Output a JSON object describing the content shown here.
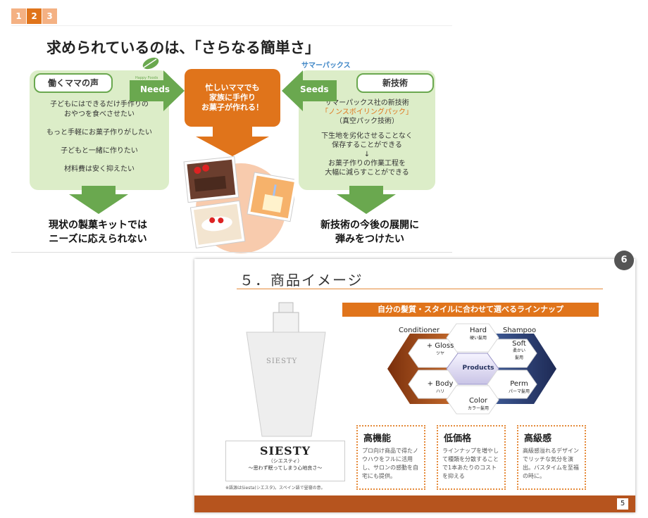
{
  "slide1": {
    "tabs": [
      "1",
      "2",
      "3"
    ],
    "title": "求められているのは、「さらなる簡単さ」",
    "left_box": {
      "label": "働くママの声",
      "lines": [
        "子どもにはできるだけ手作りの",
        "おやつを食べさせたい",
        "もっと手軽にお菓子作りがしたい",
        "子どもと一緒に作りたい",
        "材料費は安く抑えたい"
      ]
    },
    "needs_label": "Needs",
    "seeds_label": "Seeds",
    "center_box": {
      "lines": [
        "忙しいママでも",
        "家族に手作り",
        "お菓子が作れる！"
      ]
    },
    "right_box": {
      "label": "新技術",
      "lines": [
        "サマーパックス社の新技術",
        "「ノンスボイリングパック」",
        "（真空パック技術）",
        "下生地を劣化させることなく",
        "保存することができる",
        "↓",
        "お菓子作りの作業工程を",
        "大幅に減らすことができる"
      ]
    },
    "left_conclusion": [
      "現状の製菓キットでは",
      "ニーズに応えられない"
    ],
    "right_conclusion": [
      "新技術の今後の展開に",
      "弾みをつけたい"
    ],
    "logo_left_text": "Happy Foods",
    "logo_right_text": "サマーパックス"
  },
  "slide2": {
    "page_badge": "6",
    "title": "５．商品イメージ",
    "banner": "自分の髪質・スタイルに合わせて選べるラインナップ",
    "bottle_text": "SIESTY",
    "product_card": {
      "name": "SIESTY",
      "reading": "（シエスティ）",
      "tagline": "～思わず眠ってしまう心地良さ～"
    },
    "note": "※語源はSiesta(シエスタ)。スペイン語で昼寝の意。",
    "hex": {
      "conditioner_label": "Conditioner",
      "shampoo_label": "Shampoo",
      "center": "Products",
      "items": [
        {
          "en": "Hard",
          "jp": "硬い髪用"
        },
        {
          "en": "+ Gloss",
          "jp": "ツヤ"
        },
        {
          "en": "Soft",
          "jp": "柔かい\n髪用"
        },
        {
          "en": "+ Body",
          "jp": "ハリ"
        },
        {
          "en": "Perm",
          "jp": "パーマ髪用"
        },
        {
          "en": "Color",
          "jp": "カラー髪用"
        }
      ]
    },
    "features": [
      {
        "title": "高機能",
        "body": "プロ向け商品で得たノウハウをフルに活用し、サロンの感動を自宅にも提供。"
      },
      {
        "title": "低価格",
        "body": "ラインナップを増やして種類を分散することで1本あたりのコストを抑える"
      },
      {
        "title": "高級感",
        "body": "高級感溢れるデザインでリッチな気分を演出。バスタイムを至福の時に。"
      }
    ],
    "page_number": "5"
  },
  "colors": {
    "green_dark": "#6aa84f",
    "green_light": "#dcedc8",
    "orange": "#e0741b",
    "brown": "#b6541e",
    "navy": "#26335e"
  }
}
